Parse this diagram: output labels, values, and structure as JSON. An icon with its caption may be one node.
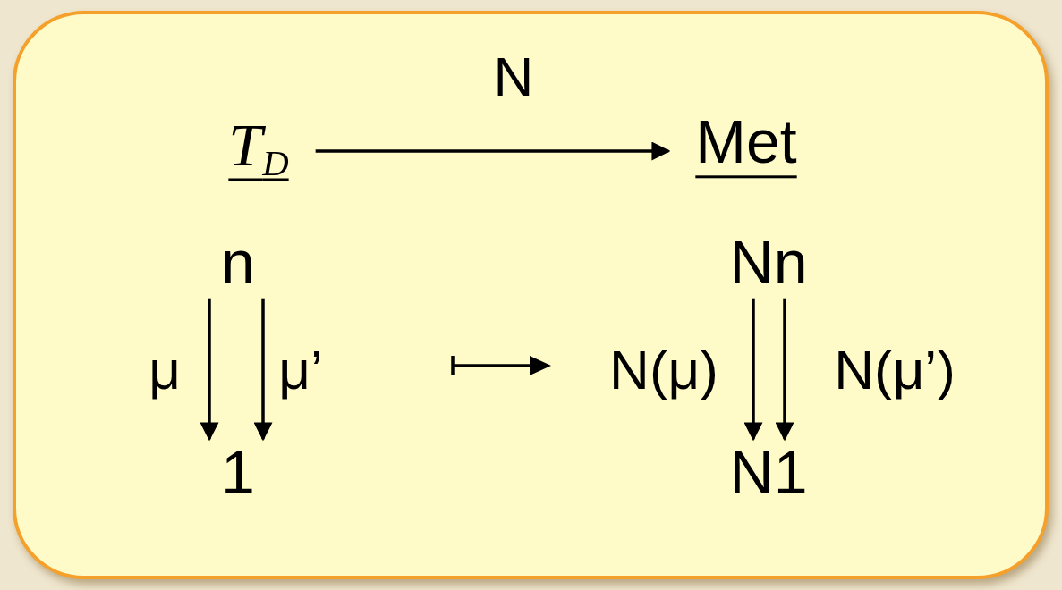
{
  "diagram": {
    "nodes": [
      {
        "text": [],
        "shape": "box"
      },
      {
        "text": [
          "T$_{D}$"
        ],
        "in": 0
      },
      {
        "text": [
          "Met"
        ],
        "in": 0
      },
      {
        "text": [
          "n"
        ],
        "in": 0
      },
      {
        "text": [
          "Nn"
        ],
        "in": 0
      },
      {
        "text": [
          "1"
        ],
        "in": 0
      },
      {
        "text": [
          "N1"
        ],
        "in": 0
      }
    ],
    "edges": [
      {
        "from": 1,
        "to": 2,
        "arrow": "to",
        "label": "N"
      },
      {
        "from": 3,
        "to": 5,
        "arrow": "to",
        "label": "μ"
      },
      {
        "from": 3,
        "to": 5,
        "arrow": "to",
        "label": "μ’"
      },
      {
        "from": 4,
        "to": 6,
        "arrow": "to",
        "label": "N(μ)"
      },
      {
        "from": 4,
        "to": 6,
        "arrow": "to",
        "label": "N(μ’)"
      }
    ]
  }
}
